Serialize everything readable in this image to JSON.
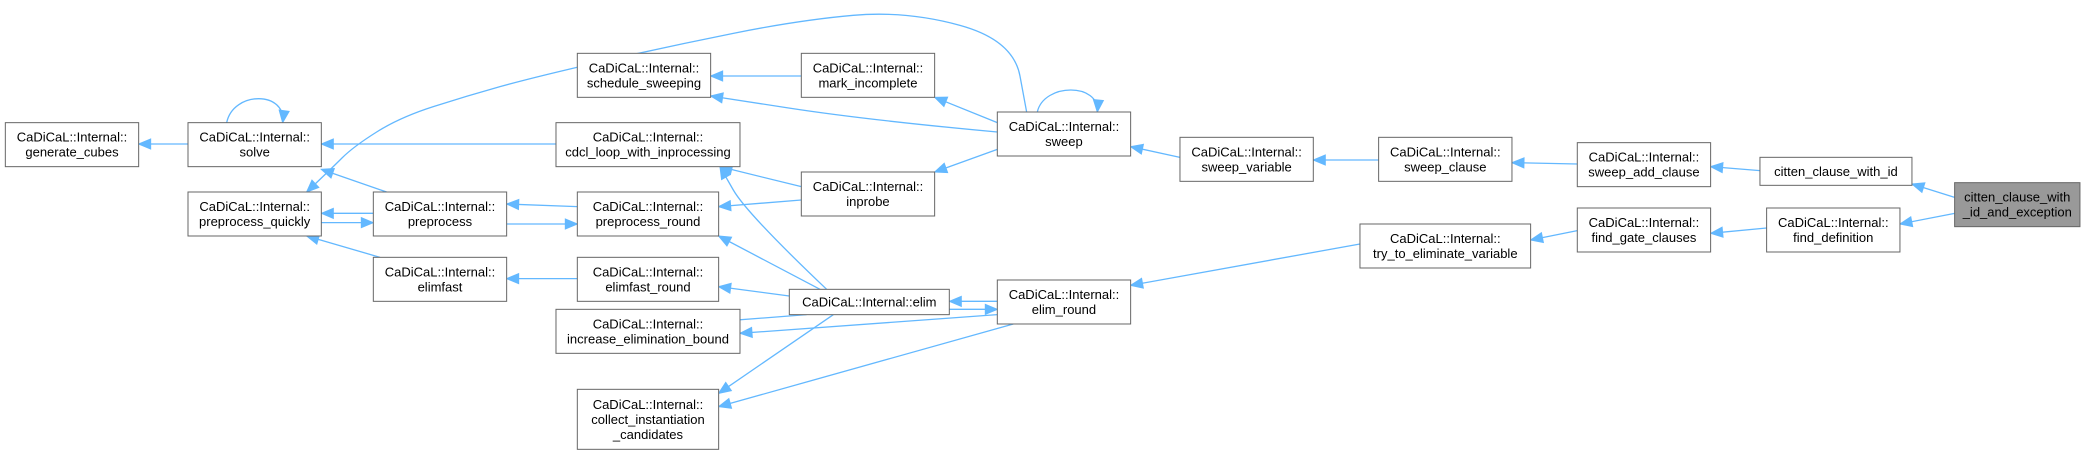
{
  "graph": {
    "title": "",
    "nodes": [
      {
        "id": "generate_cubes",
        "lines": [
          "CaDiCaL::Internal::",
          "generate_cubes"
        ]
      },
      {
        "id": "solve",
        "lines": [
          "CaDiCaL::Internal::",
          "solve"
        ]
      },
      {
        "id": "preprocess_quickly",
        "lines": [
          "CaDiCaL::Internal::",
          "preprocess_quickly"
        ]
      },
      {
        "id": "schedule_sweeping",
        "lines": [
          "CaDiCaL::Internal::",
          "schedule_sweeping"
        ]
      },
      {
        "id": "mark_incomplete",
        "lines": [
          "CaDiCaL::Internal::",
          "mark_incomplete"
        ]
      },
      {
        "id": "cdcl_loop",
        "lines": [
          "CaDiCaL::Internal::",
          "cdcl_loop_with_inprocessing"
        ]
      },
      {
        "id": "preprocess",
        "lines": [
          "CaDiCaL::Internal::",
          "preprocess"
        ]
      },
      {
        "id": "preprocess_round",
        "lines": [
          "CaDiCaL::Internal::",
          "preprocess_round"
        ]
      },
      {
        "id": "elimfast",
        "lines": [
          "CaDiCaL::Internal::",
          "elimfast"
        ]
      },
      {
        "id": "elimfast_round",
        "lines": [
          "CaDiCaL::Internal::",
          "elimfast_round"
        ]
      },
      {
        "id": "increase_elim_bound",
        "lines": [
          "CaDiCaL::Internal::",
          "increase_elimination_bound"
        ]
      },
      {
        "id": "collect_inst",
        "lines": [
          "CaDiCaL::Internal::",
          "collect_instantiation",
          "_candidates"
        ]
      },
      {
        "id": "inprobe",
        "lines": [
          "CaDiCaL::Internal::",
          "inprobe"
        ]
      },
      {
        "id": "elim",
        "lines": [
          "CaDiCaL::Internal::elim"
        ]
      },
      {
        "id": "sweep",
        "lines": [
          "CaDiCaL::Internal::",
          "sweep"
        ]
      },
      {
        "id": "elim_round",
        "lines": [
          "CaDiCaL::Internal::",
          "elim_round"
        ]
      },
      {
        "id": "sweep_variable",
        "lines": [
          "CaDiCaL::Internal::",
          "sweep_variable"
        ]
      },
      {
        "id": "sweep_clause",
        "lines": [
          "CaDiCaL::Internal::",
          "sweep_clause"
        ]
      },
      {
        "id": "try_to_eliminate",
        "lines": [
          "CaDiCaL::Internal::",
          "try_to_eliminate_variable"
        ]
      },
      {
        "id": "sweep_add_clause",
        "lines": [
          "CaDiCaL::Internal::",
          "sweep_add_clause"
        ]
      },
      {
        "id": "find_gate_clauses",
        "lines": [
          "CaDiCaL::Internal::",
          "find_gate_clauses"
        ]
      },
      {
        "id": "citten_clause_with_id",
        "lines": [
          "citten_clause_with_id"
        ]
      },
      {
        "id": "find_definition",
        "lines": [
          "CaDiCaL::Internal::",
          "find_definition"
        ]
      },
      {
        "id": "citten_exception",
        "lines": [
          "citten_clause_with",
          "_id_and_exception"
        ],
        "current": true
      }
    ]
  },
  "colors": {
    "edge": "#63b8ff",
    "node_border": "#666666",
    "node_fill": "#ffffff",
    "current_fill": "#999999",
    "text": "#000000"
  }
}
